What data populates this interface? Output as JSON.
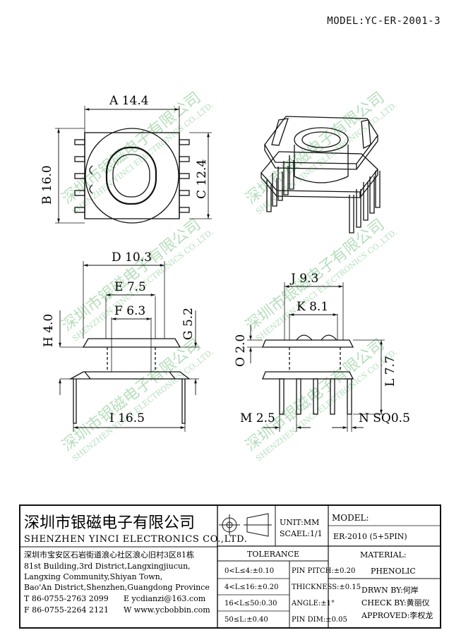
{
  "model_top": "MODEL:YC-ER-2001-3",
  "watermark": {
    "cn": "深圳市银磁电子有限公司",
    "en": "SHENZHEN YINCI ELECTRONICS CO.,LTD."
  },
  "dims": {
    "a": "A 14.4",
    "b": "B 16.0",
    "c": "C 12.4",
    "d": "D 10.3",
    "e": "E 7.5",
    "f": "F 6.3",
    "g": "G 5.2",
    "h": "H 4.0",
    "i": "I 16.5",
    "j": "J 9.3",
    "k": "K 8.1",
    "o": "O 2.0",
    "l": "L 7.7",
    "m": "M 2.5",
    "n": "N SQ0.5"
  },
  "title_block": {
    "company_cn": "深圳市银磁电子有限公司",
    "company_en": "SHENZHEN YINCI ELECTRONICS CO.,LTD.",
    "address_cn": "深圳市宝安区石岩街道浪心社区浪心旧村3区81栋",
    "address_en_1": "81st Building,3rd District,Langxingjiucun,",
    "address_en_2": "Langxing Community,Shiyan Town,",
    "address_en_3": "Bao'An District,Shenzhen,Guangdong Province",
    "tel_label": "T 86-0755-2763 2099",
    "email_label": "E ycdianzi@163.com",
    "fax_label": "F 86-0755-2264 2121",
    "web_label": "W www.ycbobbin.com",
    "unit": "UNIT:MM",
    "scale": "SCAEL:1/1",
    "model_label": "MODEL:",
    "model_value": "ER-2010 (5+5PIN)",
    "tolerance_title": "TOLERANCE",
    "tol_1": "0<L≤4:±0.10",
    "tol_2": "4<L≤16:±0.20",
    "tol_3": "16<L≤50:0.30",
    "tol_4": "50≤L:±0.40",
    "pin_pitch": "PIN PITCH:±0.20",
    "thickness": "THICKNESS:±0.15",
    "angle": "ANGLE:±1°",
    "pin_dim": "PIN DIM:±0.05",
    "material_label": "MATERIAL:",
    "material_value": "PHENOLIC",
    "drawn_by": "DRWN BY:何岸",
    "check_by": "CHECK BY:黄丽仪",
    "approved": "APPROVED:李权龙"
  }
}
